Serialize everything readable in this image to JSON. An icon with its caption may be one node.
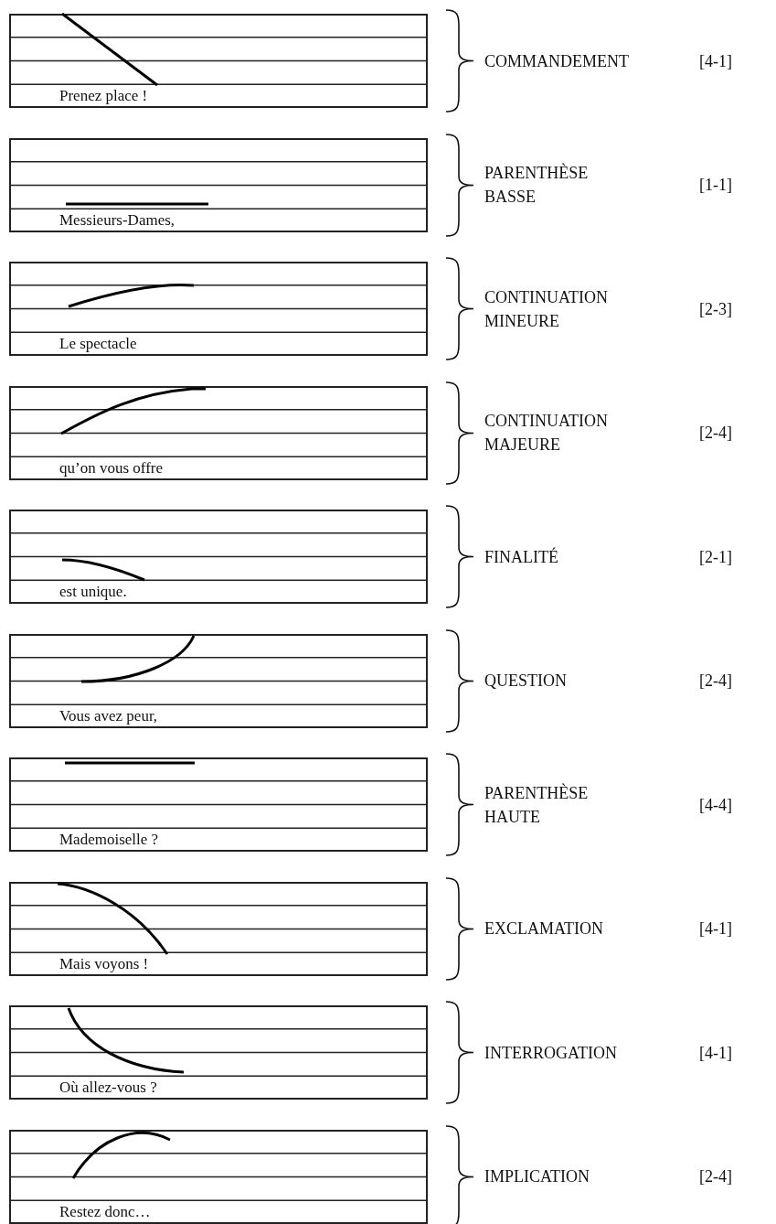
{
  "diagram": {
    "nodes": [
      {
        "text": [
          "Prenez place !"
        ],
        "beside": [
          "COMMANDEMENT"
        ]
      },
      {
        "text": [
          "Messieurs-Dames,"
        ],
        "beside": [
          "PARENTHÈSE BASSE"
        ]
      },
      {
        "text": [
          "Le spectacle"
        ],
        "beside": [
          "CONTINUATION MINEURE"
        ]
      },
      {
        "text": [
          "qu’on vous offre"
        ],
        "beside": [
          "CONTINUATION MAJEURE"
        ]
      },
      {
        "text": [
          "est unique."
        ],
        "beside": [
          "FINALITÉ"
        ]
      },
      {
        "text": [
          "Vous avez peur,"
        ],
        "beside": [
          "QUESTION"
        ]
      },
      {
        "text": [
          "Mademoiselle ?"
        ],
        "beside": [
          "PARENTHÈSE HAUTE"
        ]
      },
      {
        "text": [
          "Mais voyons !"
        ],
        "beside": [
          "EXCLAMATION"
        ]
      },
      {
        "text": [
          "Où allez-vous ?"
        ],
        "beside": [
          "INTERROGATION"
        ]
      },
      {
        "text": [
          "Restez donc…"
        ],
        "beside": [
          "IMPLICATION"
        ]
      }
    ],
    "labels": [
      "[4-1]",
      "[1-1]",
      "[2-3]",
      "[2-4]",
      "[2-1]",
      "[2-4]",
      "[4-4]",
      "[4-1]",
      "[4-1]",
      "[2-4]"
    ]
  }
}
